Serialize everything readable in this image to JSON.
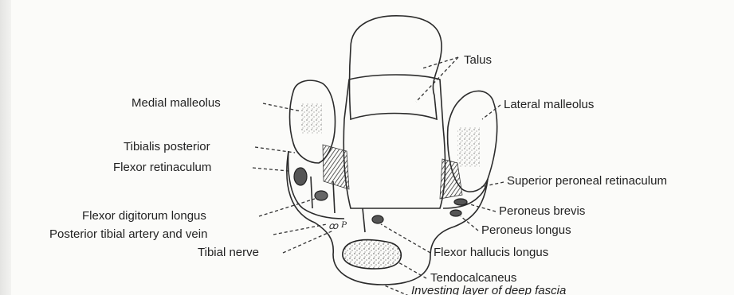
{
  "labels": {
    "talus": "Talus",
    "medial_malleolus": "Medial malleolus",
    "lateral_malleolus": "Lateral malleolus",
    "tibialis_posterior": "Tibialis posterior",
    "flexor_retinaculum": "Flexor retinaculum",
    "superior_peroneal_retinaculum": "Superior peroneal retinaculum",
    "flexor_digitorum_longus": "Flexor digitorum longus",
    "peroneus_brevis": "Peroneus brevis",
    "posterior_tibial_artery_vein": "Posterior tibial artery and vein",
    "peroneus_longus": "Peroneus longus",
    "tibial_nerve": "Tibial nerve",
    "flexor_hallucis_longus": "Flexor hallucis longus",
    "tendocalcaneus": "Tendocalcaneus",
    "investing_layer": "Investing layer of deep fascia"
  },
  "vessel_letter": "P"
}
